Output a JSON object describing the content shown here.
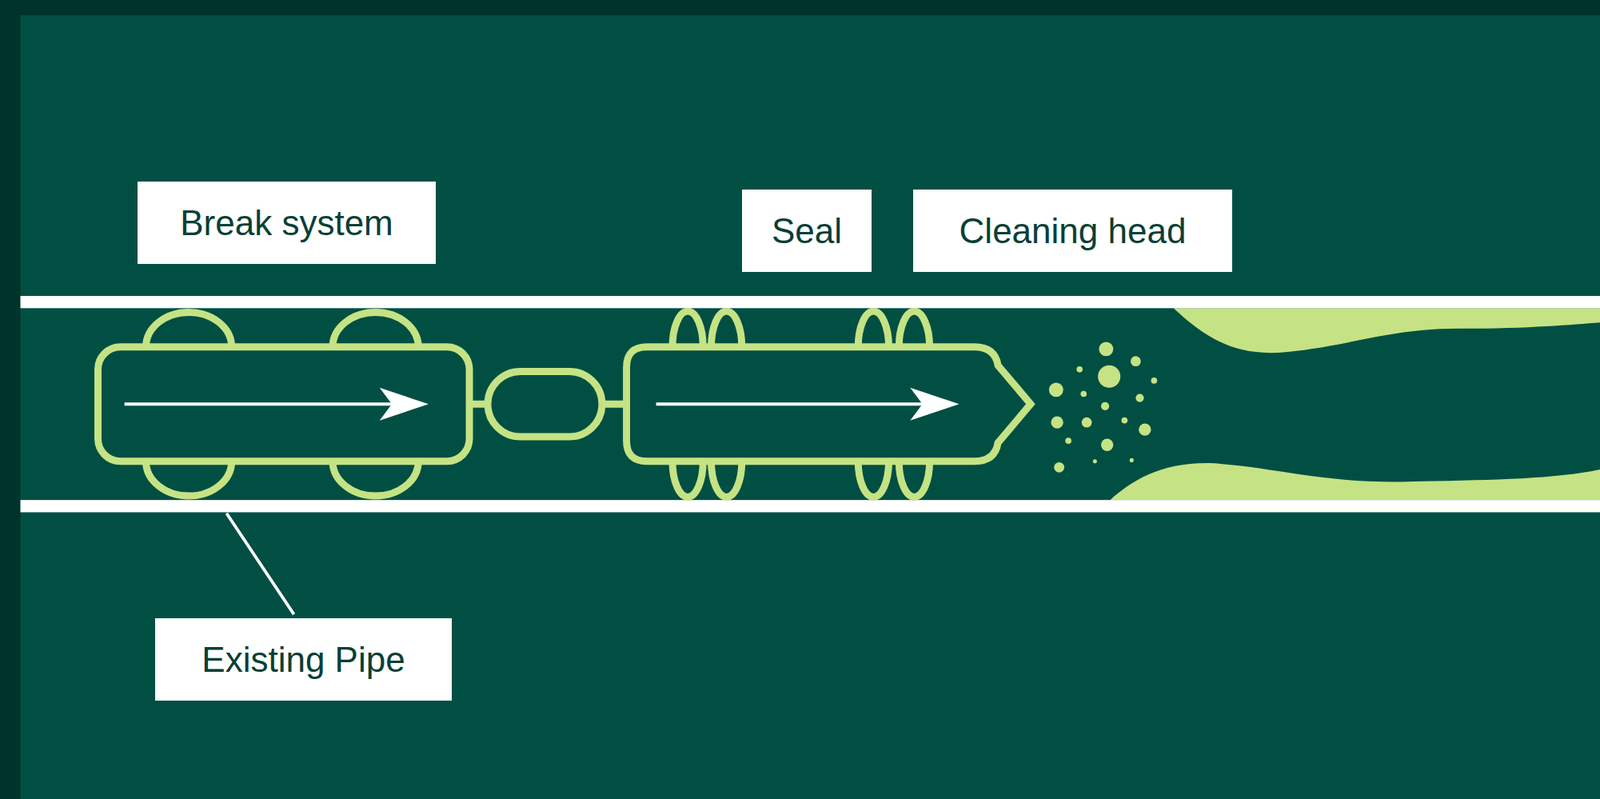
{
  "diagram": {
    "labels": [
      "Break system",
      "Seal",
      "Cleaning head",
      "Existing Pipe"
    ]
  }
}
